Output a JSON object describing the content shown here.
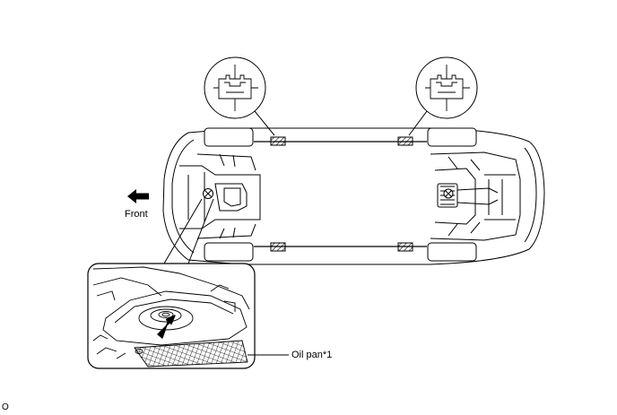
{
  "labels": {
    "front": "Front",
    "oil_pan": "Oil pan*1",
    "figure_code": "O"
  },
  "icons": {
    "front_arrow": "arrow-left-icon",
    "lift_point": "lift-point-hatched-icon",
    "jack_arrow": "arrow-up-right-icon"
  },
  "colors": {
    "line": "#000000",
    "background": "#ffffff",
    "hatch": "#000000"
  }
}
